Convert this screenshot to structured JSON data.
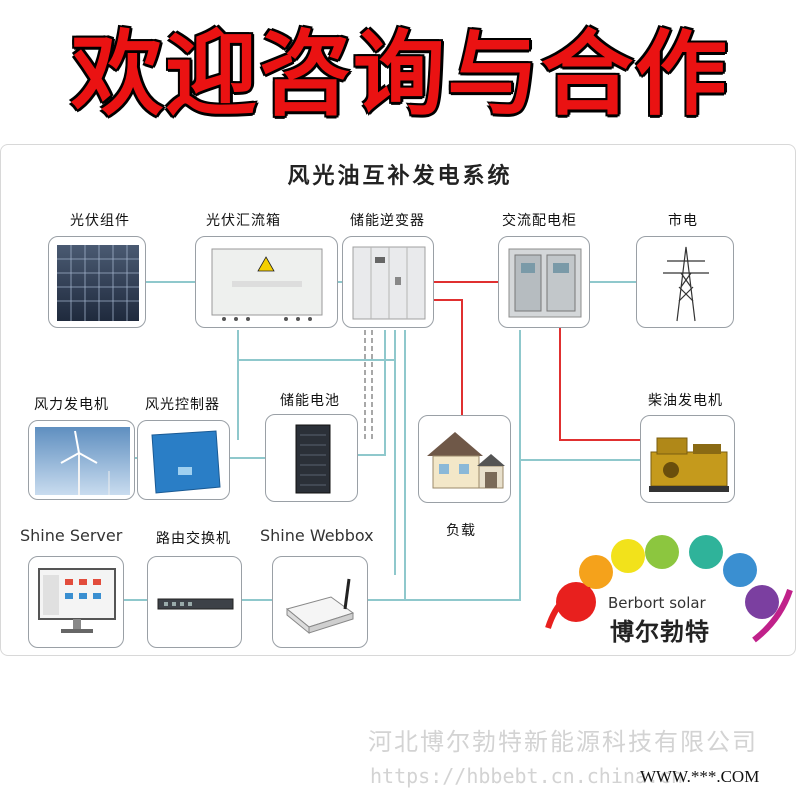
{
  "banner": {
    "text": "欢迎咨询与合作",
    "color": "#ea1212"
  },
  "diagram": {
    "title": "风光油互补发电系统",
    "components": {
      "pv_modules": "光伏组件",
      "pv_combiner_box": "光伏汇流箱",
      "storage_inverter": "储能逆变器",
      "ac_distribution_cabinet": "交流配电柜",
      "grid": "市电",
      "wind_turbine": "风力发电机",
      "wind_solar_controller": "风光控制器",
      "storage_battery": "储能电池",
      "load": "负载",
      "diesel_generator": "柴油发电机",
      "shine_server": "Shine Server",
      "router": "路由交换机",
      "shine_webbox": "Shine Webbox"
    },
    "line_colors": {
      "ac": "#e03030",
      "dc": "#8fc8cc",
      "comm": "#7a7a7a"
    }
  },
  "logo": {
    "brand_en": "Berbort solar",
    "brand_cn": "博尔勃特",
    "colors": [
      "#e8201e",
      "#f5a21b",
      "#f2e21b",
      "#8cc63f",
      "#2fb39a",
      "#3a8fd1",
      "#7b3fa0",
      "#c0218a"
    ]
  },
  "watermark": {
    "company": "河北博尔勃特新能源科技有限公司",
    "url": "https://hbbebt.cn.china.cn"
  },
  "footer": {
    "site": "WWW.***.COM"
  }
}
